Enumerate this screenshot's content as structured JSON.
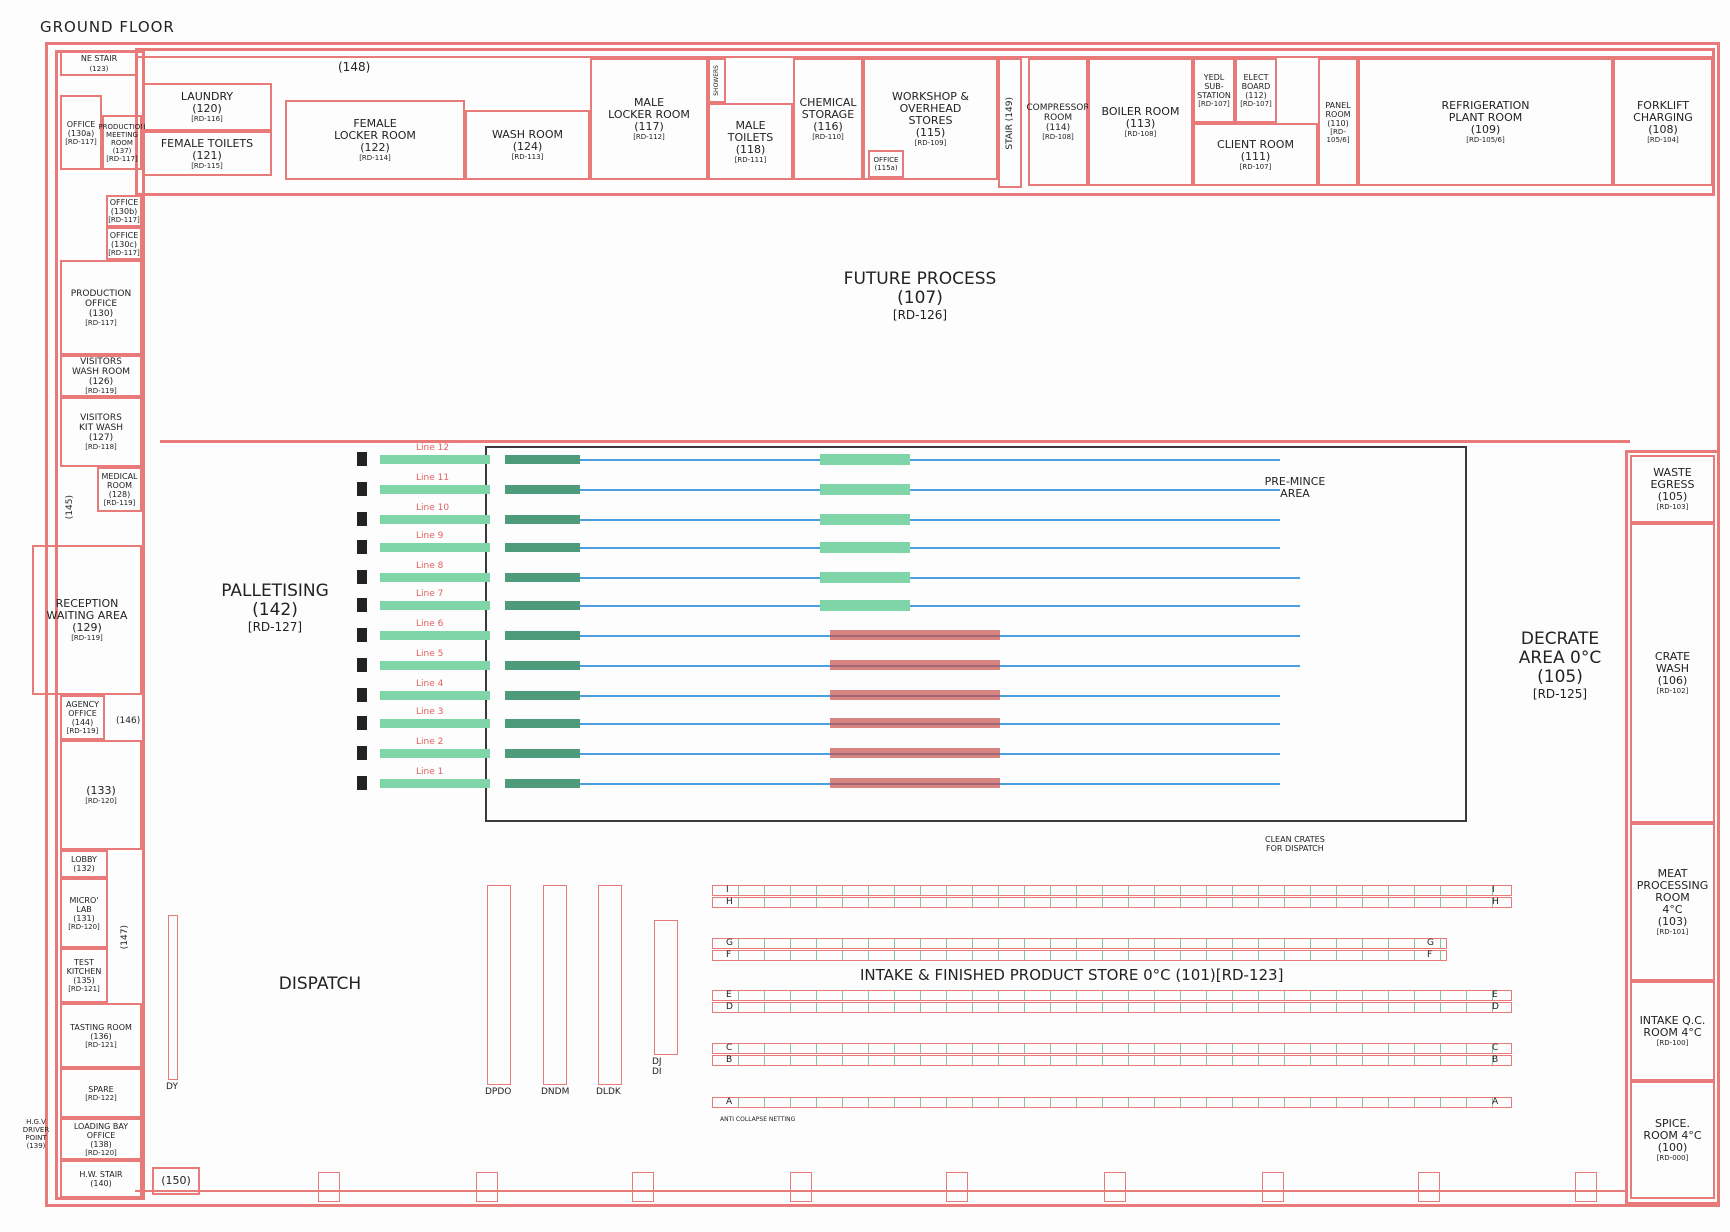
{
  "title": "GROUND FLOOR",
  "colors": {
    "wall": "#e87a7a",
    "green": "#7fd4a8",
    "blue": "#4a9fe0",
    "dark": "#222222"
  },
  "top_corridor": "(148)",
  "rooms": {
    "ne_stair": {
      "name": "NE STAIR",
      "num": "(123)"
    },
    "office_130a": {
      "name": "OFFICE\n(130a)",
      "rd": "[RD-117]"
    },
    "production_meeting": {
      "name": "PRODUCTION\nMEETING\nROOM\n(137)",
      "rd": "[RD-117]"
    },
    "laundry": {
      "name": "LAUNDRY\n(120)",
      "rd": "[RD-116]"
    },
    "female_toilets": {
      "name": "FEMALE TOILETS\n(121)",
      "rd": "[RD-115]"
    },
    "female_locker": {
      "name": "FEMALE\nLOCKER ROOM\n(122)",
      "rd": "[RD-114]"
    },
    "wash_room": {
      "name": "WASH ROOM\n(124)",
      "rd": "[RD-113]"
    },
    "male_locker": {
      "name": "MALE\nLOCKER ROOM\n(117)",
      "rd": "[RD-112]"
    },
    "showers": {
      "name": "SHOWERS"
    },
    "male_toilets": {
      "name": "MALE\nTOILETS\n(118)",
      "rd": "[RD-111]"
    },
    "chemical": {
      "name": "CHEMICAL\nSTORAGE\n(116)",
      "rd": "[RD-110]"
    },
    "workshop": {
      "name": "WORKSHOP &\nOVERHEAD\nSTORES\n(115)",
      "rd": "[RD-109]"
    },
    "office_115a": {
      "name": "OFFICE\n(115a)"
    },
    "stair_149": {
      "name": "STAIR (149)"
    },
    "compressor": {
      "name": "COMPRESSOR\nROOM\n(114)",
      "rd": "[RD-108]"
    },
    "boiler": {
      "name": "BOILER ROOM\n(113)",
      "rd": "[RD-108]"
    },
    "yedl": {
      "name": "YEDL\nSUB-\nSTATION",
      "rd": "[RD-107]"
    },
    "elect_board": {
      "name": "ELECT\nBOARD\n(112)",
      "rd": "[RD-107]"
    },
    "client_room": {
      "name": "CLIENT ROOM\n(111)",
      "rd": "[RD-107]"
    },
    "panel_room": {
      "name": "PANEL\nROOM\n(110)",
      "rd": "[RD-105/6]"
    },
    "refrigeration": {
      "name": "REFRIGERATION\nPLANT ROOM\n(109)",
      "rd": "[RD-105/6]"
    },
    "forklift": {
      "name": "FORKLIFT\nCHARGING\n(108)",
      "rd": "[RD-104]"
    },
    "office_130b": {
      "name": "OFFICE\n(130b)",
      "rd": "[RD-117]"
    },
    "office_130c": {
      "name": "OFFICE\n(130c)",
      "rd": "[RD-117]"
    },
    "production_office": {
      "name": "PRODUCTION\nOFFICE\n(130)",
      "rd": "[RD-117]"
    },
    "visitors_wash": {
      "name": "VISITORS\nWASH ROOM\n(126)",
      "rd": "[RD-119]"
    },
    "visitors_kit": {
      "name": "VISITORS\nKIT WASH\n(127)",
      "rd": "[RD-118]"
    },
    "medical": {
      "name": "MEDICAL\nROOM\n(128)",
      "rd": "[RD-119]"
    },
    "reception": {
      "name": "RECEPTION\nWAITING AREA\n(129)",
      "rd": "[RD-119]"
    },
    "agency_office": {
      "name": "AGENCY\nOFFICE\n(144)",
      "rd": "[RD-119]"
    },
    "room_133": {
      "name": "(133)",
      "rd": "[RD-120]"
    },
    "lobby": {
      "name": "LOBBY\n(132)"
    },
    "micro_lab": {
      "name": "MICRO' LAB\n(131)",
      "rd": "[RD-120]"
    },
    "test_kitchen": {
      "name": "TEST\nKITCHEN\n(135)",
      "rd": "[RD-121]"
    },
    "tasting_room": {
      "name": "TASTING ROOM\n(136)",
      "rd": "[RD-121]"
    },
    "spare": {
      "name": "SPARE",
      "rd": "[RD-122]"
    },
    "loading_bay_office": {
      "name": "LOADING BAY\nOFFICE\n(138)",
      "rd": "[RD-120]"
    },
    "hw_stair": {
      "name": "H.W. STAIR\n(140)"
    },
    "room_150": {
      "name": "(150)"
    },
    "waste_egress": {
      "name": "WASTE\nEGRESS\n(105)",
      "rd": "[RD-103]"
    },
    "crate_wash": {
      "name": "CRATE\nWASH\n(106)",
      "rd": "[RD-102]"
    },
    "meat_processing": {
      "name": "MEAT\nPROCESSING\nROOM\n4°C\n(103)",
      "rd": "[RD-101]"
    },
    "intake_qc": {
      "name": "INTAKE Q.C.\nROOM 4°C",
      "rd": "[RD-100]"
    },
    "spice_room": {
      "name": "SPICE.\nROOM 4°C\n(100)",
      "rd": "[RD-000]"
    }
  },
  "corridor_labels": {
    "c145": "(145)",
    "c146": "(146)",
    "c147": "(147)"
  },
  "hgv": "H.G.V\nDRIVER\nPOINT\n(139)",
  "areas": {
    "future_process": {
      "name": "FUTURE PROCESS",
      "num": "(107)",
      "rd": "[RD-126]"
    },
    "palletising": {
      "name": "PALLETISING",
      "num": "(142)",
      "rd": "[RD-127]"
    },
    "pre_mince": {
      "name": "PRE-MINCE\nAREA"
    },
    "decrate": {
      "name": "DECRATE\nAREA 0°C",
      "num": "(105)",
      "rd": "[RD-125]"
    },
    "dispatch": {
      "name": "DISPATCH"
    },
    "intake_store": {
      "name": "INTAKE & FINISHED PRODUCT STORE 0°C (101)[RD-123]"
    },
    "clean_crates": {
      "name": "CLEAN CRATES\nFOR DISPATCH"
    },
    "anti_collapse": {
      "name": "ANTI COLLAPSE NETTING"
    }
  },
  "lines": [
    "Line 12",
    "Line 11",
    "Line 10",
    "Line 9",
    "Line 8",
    "Line 7",
    "Line 6",
    "Line 5",
    "Line 4",
    "Line 3",
    "Line 2",
    "Line 1"
  ],
  "dispatch_racks": [
    "DPDO",
    "DNDM",
    "DLDK",
    "DJ\nDI",
    "DY"
  ],
  "store_rows": [
    {
      "left": "I",
      "right": "I"
    },
    {
      "left": "H",
      "right": "H"
    },
    {
      "left": "G",
      "right": "G"
    },
    {
      "left": "F",
      "right": "F"
    },
    {
      "left": "E",
      "right": "E"
    },
    {
      "left": "D",
      "right": "D"
    },
    {
      "left": "C",
      "right": "C"
    },
    {
      "left": "B",
      "right": "B"
    },
    {
      "left": "A",
      "right": "A"
    }
  ]
}
